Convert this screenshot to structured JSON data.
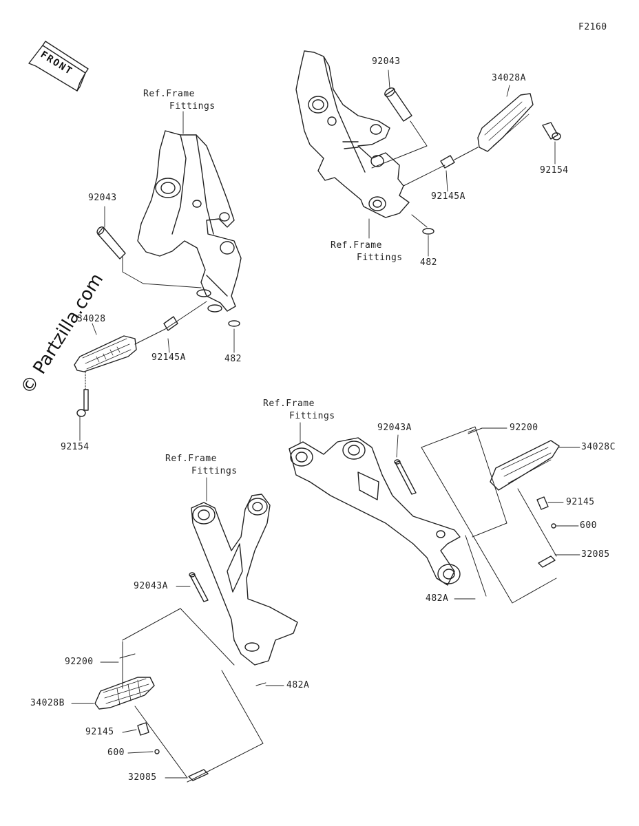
{
  "figure_code": "F2160",
  "front_label": "FRONT",
  "watermark": "© Partzilla.com",
  "ref_frame": {
    "line1": "Ref.Frame",
    "line2": "Fittings"
  },
  "parts": {
    "tl_pin": "92043",
    "tl_peg": "34028",
    "tl_spring": "92145A",
    "tl_clip": "482",
    "tl_bolt": "92154",
    "tr_pin": "92043",
    "tr_peg": "34028A",
    "tr_bolt": "92154",
    "tr_spring": "92145A",
    "tr_clip": "482",
    "br_pin": "92043A",
    "br_washer": "92200",
    "br_peg": "34028C",
    "br_spring": "92145",
    "br_ball": "600",
    "br_plate": "32085",
    "br_clip": "482A",
    "bl_pin": "92043A",
    "bl_washer": "92200",
    "bl_clip": "482A",
    "bl_peg": "34028B",
    "bl_spring": "92145",
    "bl_ball": "600",
    "bl_plate": "32085"
  }
}
